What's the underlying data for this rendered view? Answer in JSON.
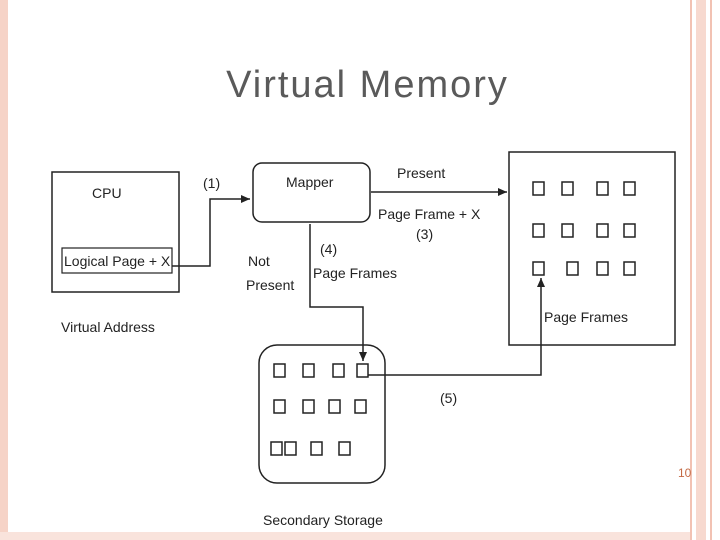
{
  "title": "Virtual Memory",
  "diagram": {
    "cpu": {
      "label": "CPU",
      "field": "Logical Page + X",
      "caption": "Virtual Address"
    },
    "mapper": {
      "label": "Mapper"
    },
    "edges": {
      "e1": "(1)",
      "present": "Present",
      "page_frame_x": "Page Frame + X",
      "e3": "(3)",
      "e4": "(4)",
      "page_frames_edge": "Page Frames",
      "not": "Not",
      "not_present": "Present",
      "e5": "(5)"
    },
    "page_frames_box": {
      "caption": "Page Frames"
    },
    "secondary_storage": {
      "caption": "Secondary Storage"
    }
  },
  "slide_number": "10"
}
